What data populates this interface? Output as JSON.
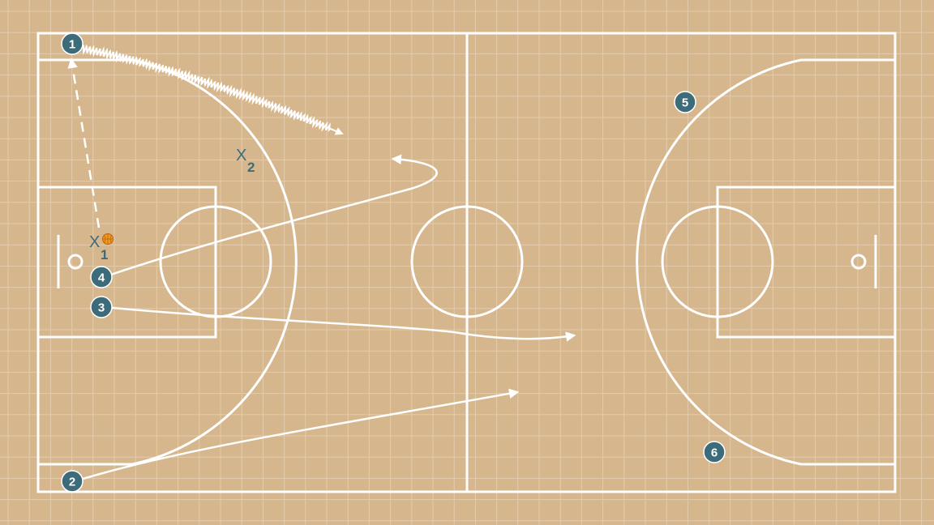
{
  "colors": {
    "background": "#d6b68c",
    "grid": "#e4ccac",
    "court_lines": "#ffffff",
    "player_fill": "#3c6b7a",
    "player_text": "#ffffff",
    "defender": "#3c6b7a",
    "ball": "#f29a1f",
    "arrow": "#ffffff"
  },
  "offense": [
    {
      "id": "player-1",
      "label": "1"
    },
    {
      "id": "player-2",
      "label": "2"
    },
    {
      "id": "player-3",
      "label": "3"
    },
    {
      "id": "player-4",
      "label": "4"
    },
    {
      "id": "player-5",
      "label": "5"
    },
    {
      "id": "player-6",
      "label": "6"
    }
  ],
  "defense": [
    {
      "id": "defender-1",
      "letter": "X",
      "number": "1"
    },
    {
      "id": "defender-2",
      "letter": "X",
      "number": "2"
    }
  ],
  "actions": [
    {
      "id": "pass-x1-to-1",
      "type": "pass"
    },
    {
      "id": "dribble-1",
      "type": "dribble"
    },
    {
      "id": "cut-4",
      "type": "cut"
    },
    {
      "id": "cut-3",
      "type": "cut"
    },
    {
      "id": "cut-2",
      "type": "cut"
    }
  ],
  "ball_holder": "defender-1"
}
